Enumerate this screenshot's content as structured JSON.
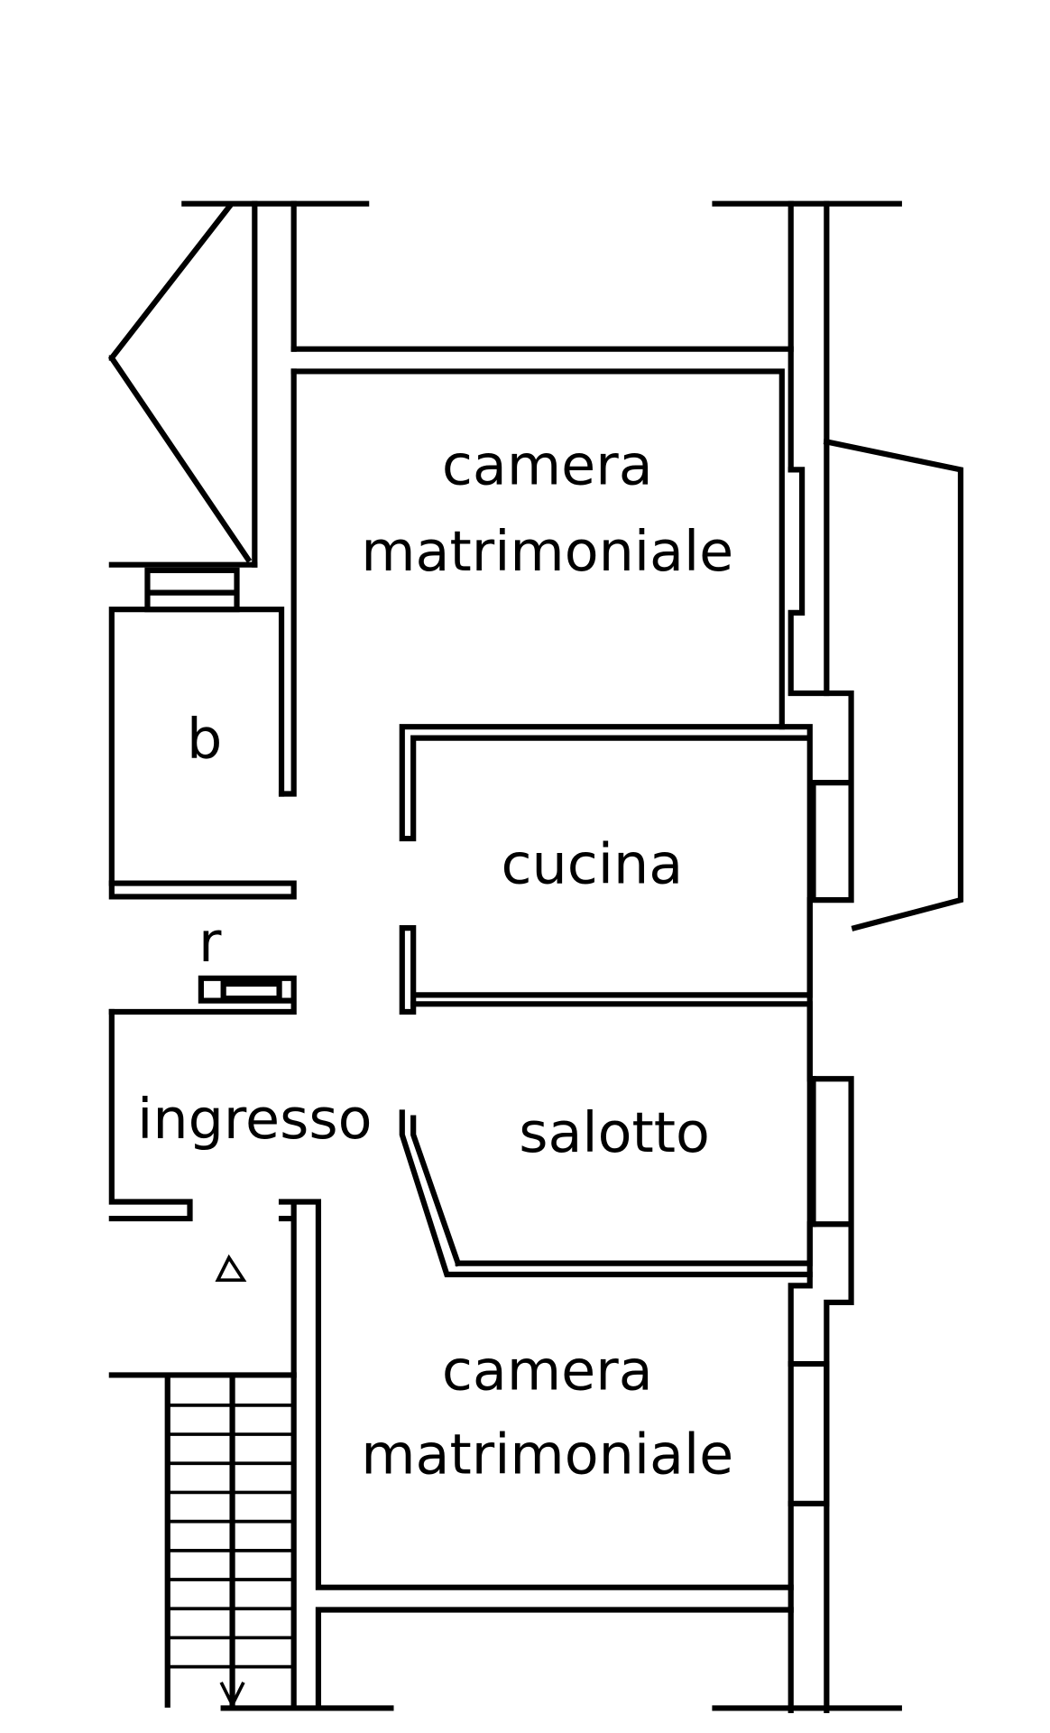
{
  "title": "Floor plan",
  "rooms": {
    "camera_top_line1": "camera",
    "camera_top_line2": "matrimoniale",
    "bagno": "b",
    "ripostiglio": "r",
    "cucina": "cucina",
    "ingresso": "ingresso",
    "salotto": "salotto",
    "camera_bottom_line1": "camera",
    "camera_bottom_line2": "matrimoniale"
  },
  "colors": {
    "line": "#000000",
    "background": "#ffffff"
  }
}
